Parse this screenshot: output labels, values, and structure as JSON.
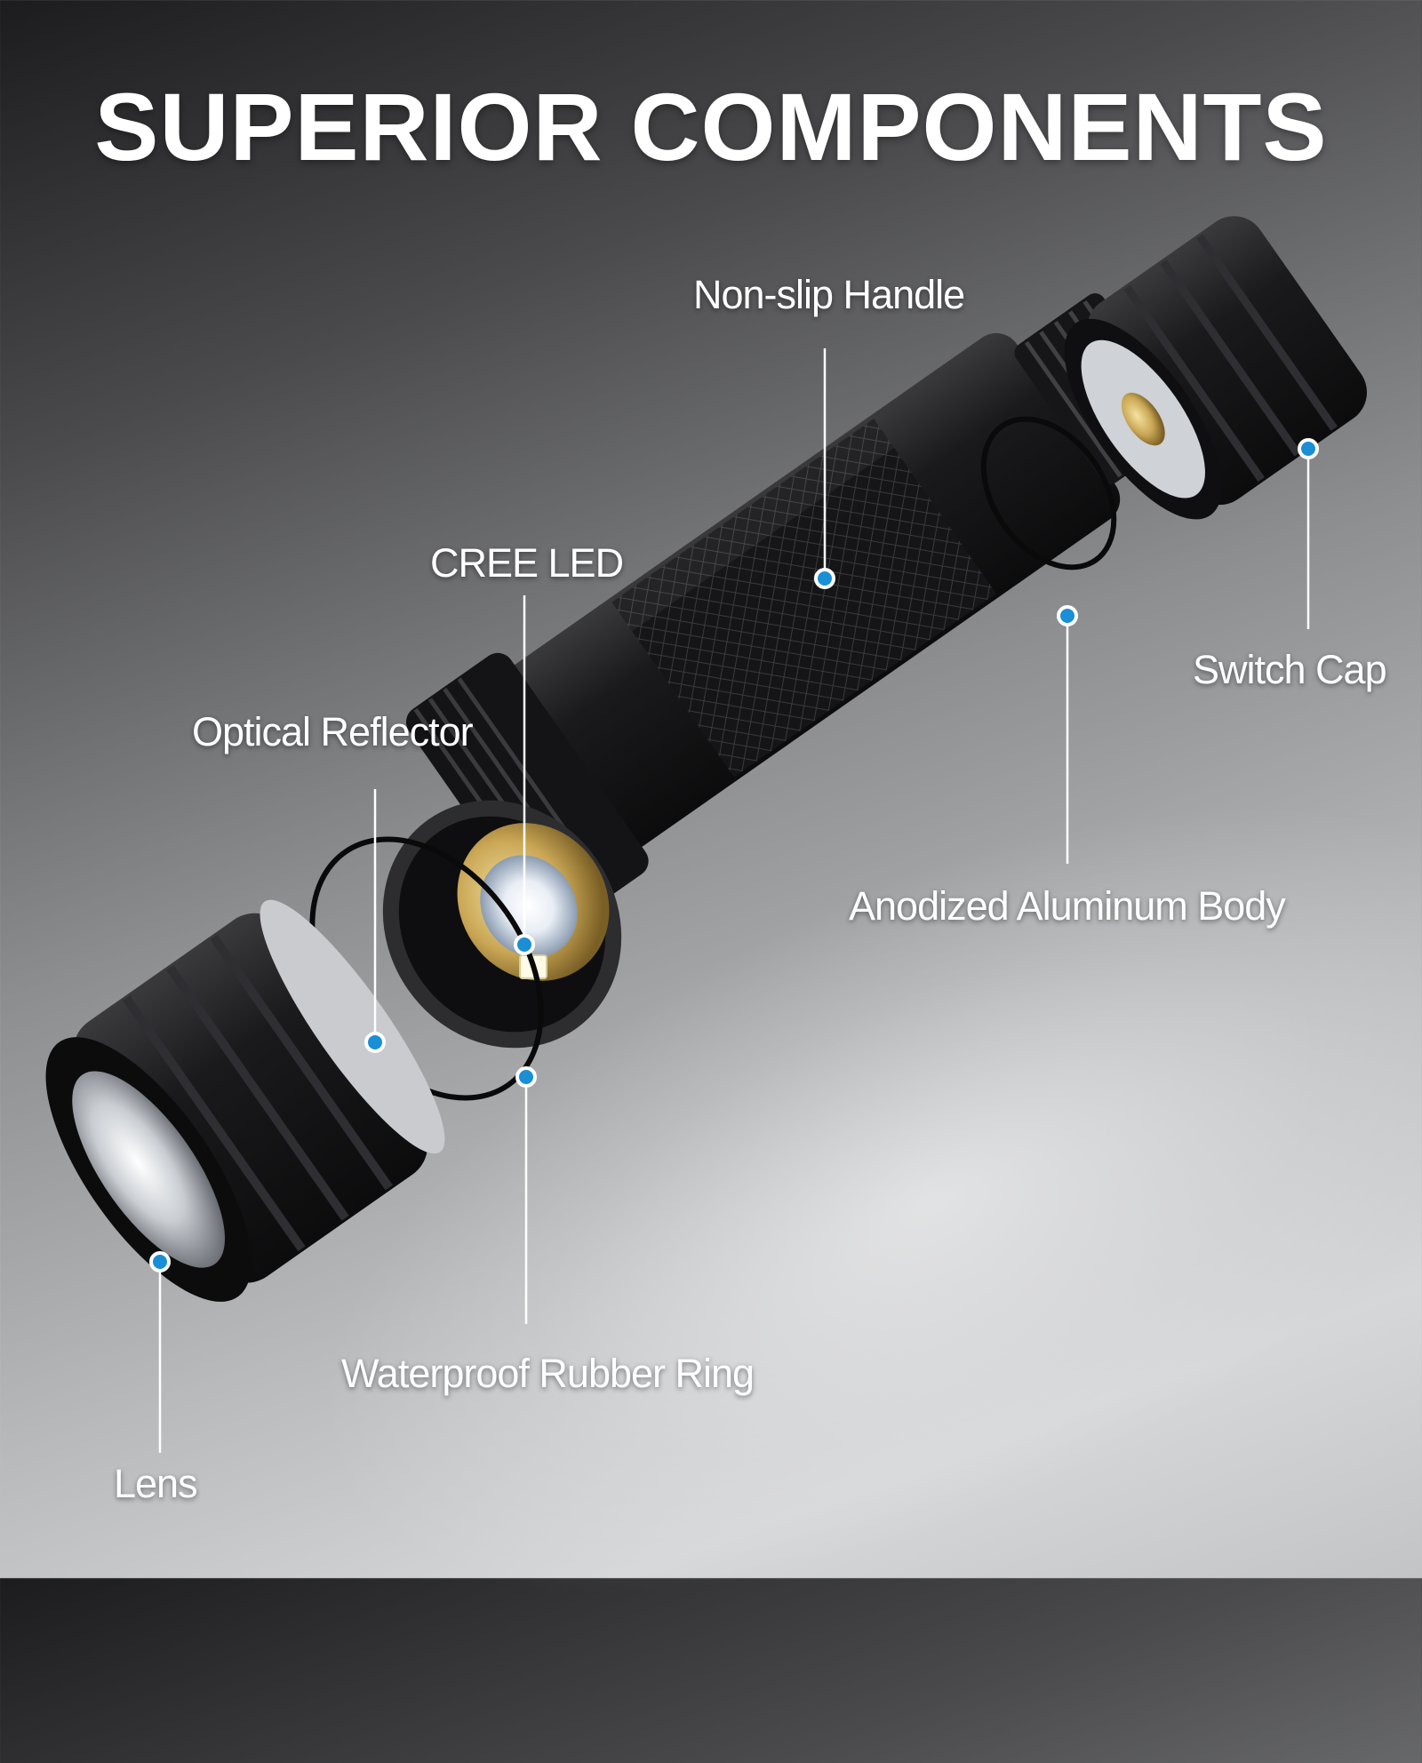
{
  "title": "SUPERIOR COMPONENTS",
  "colors": {
    "accent_dot": "#1a8fd6",
    "label_text": "#ffffff",
    "flashlight_body": "#1b1b1d",
    "led_holder": "#b8985a"
  },
  "labels": {
    "non_slip_handle": "Non-slip Handle",
    "cree_led": "CREE LED",
    "optical_reflector": "Optical Reflector",
    "switch_cap": "Switch Cap",
    "anodized_body": "Anodized Aluminum Body",
    "waterproof_ring": "Waterproof Rubber Ring",
    "lens": "Lens"
  }
}
